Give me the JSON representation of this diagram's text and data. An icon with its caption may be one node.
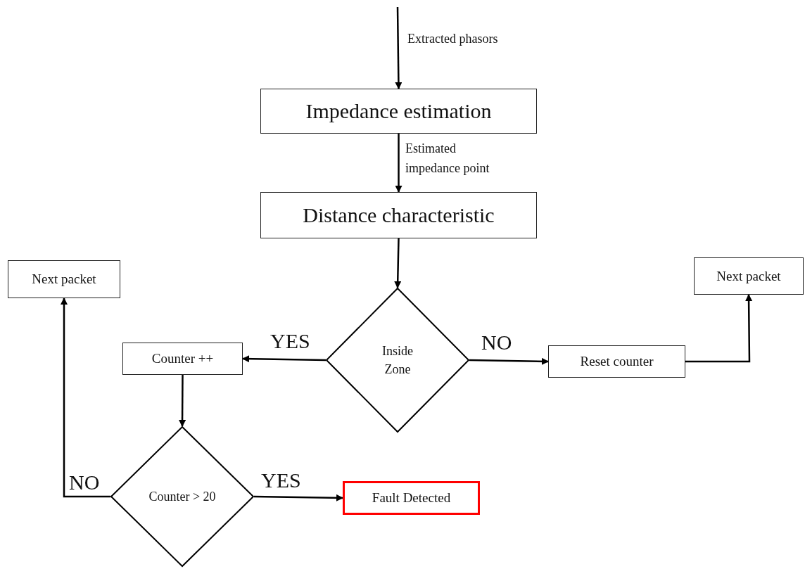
{
  "diagram": {
    "nodes": [
      {
        "text": [
          "Impedance estimation"
        ]
      },
      {
        "text": [
          "Distance characteristic"
        ]
      },
      {
        "text": [
          "Next packet"
        ]
      },
      {
        "text": [
          "Next packet"
        ]
      },
      {
        "text": [
          "Inside Zone"
        ]
      },
      {
        "text": [
          "Counter ++"
        ]
      },
      {
        "text": [
          "Reset counter"
        ]
      },
      {
        "text": [
          "Counter > 20"
        ]
      },
      {
        "text": [
          "Fault Detected"
        ]
      }
    ],
    "edges": [
      {
        "from": null,
        "to": 0,
        "arrow": "to",
        "label": "Extracted phasors"
      },
      {
        "from": 0,
        "to": 1,
        "arrow": "to",
        "label": "Estimated impedance point"
      },
      {
        "from": 1,
        "to": 4,
        "arrow": "to"
      },
      {
        "from": 4,
        "to": 5,
        "arrow": "to",
        "label": "YES"
      },
      {
        "from": 4,
        "to": 6,
        "arrow": "to",
        "label": "NO"
      },
      {
        "from": 6,
        "to": 3,
        "arrow": "to"
      },
      {
        "from": 5,
        "to": 7,
        "arrow": "to"
      },
      {
        "from": 7,
        "to": 8,
        "arrow": "to",
        "label": "YES"
      },
      {
        "from": 7,
        "to": 2,
        "arrow": "to",
        "label": "NO"
      }
    ]
  }
}
